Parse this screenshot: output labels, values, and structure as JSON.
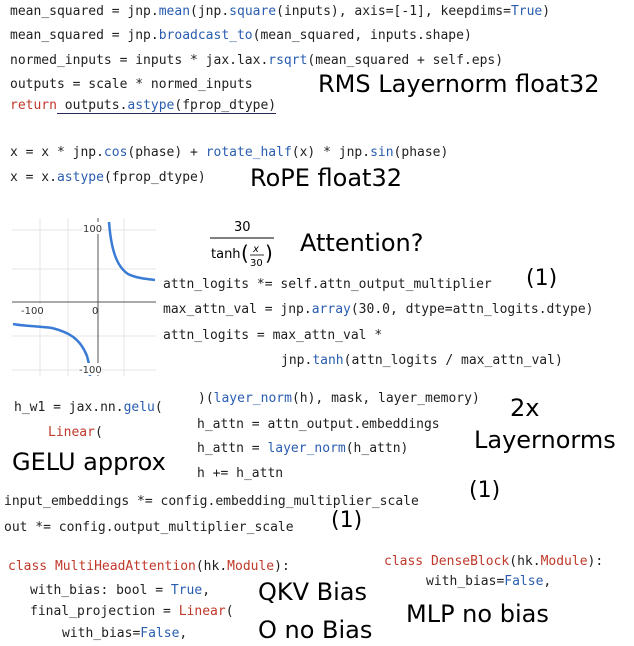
{
  "rms": {
    "l1a": "mean_squared = jnp.",
    "l1fn1": "mean",
    "l1b": "(jnp.",
    "l1fn2": "square",
    "l1c": "(inputs), axis=[-1], keepdims=",
    "l1const": "True",
    "l1d": ")",
    "l2a": "mean_squared = jnp.",
    "l2fn": "broadcast_to",
    "l2b": "(mean_squared, inputs.shape)",
    "l3a": "normed_inputs = inputs * jax.lax.",
    "l3fn": "rsqrt",
    "l3b": "(mean_squared + self.eps)",
    "l4": "outputs = scale * normed_inputs",
    "l5kw": "return",
    "l5a": " outputs.",
    "l5fn": "astype",
    "l5b": "(fprop_dtype)",
    "label": "RMS Layernorm float32"
  },
  "rope": {
    "l1a": "x = x * jnp.",
    "l1fn1": "cos",
    "l1b": "(phase) + ",
    "l1fn2": "rotate_half",
    "l1c": "(x) * jnp.",
    "l1fn3": "sin",
    "l1d": "(phase)",
    "l2a": "x = x.",
    "l2fn": "astype",
    "l2b": "(fprop_dtype)",
    "label": "RoPE float32"
  },
  "graph": {
    "y_top": "100",
    "y_bottom": "-100",
    "x_left": "-100",
    "x_zero": "0"
  },
  "formula": {
    "numerator": "30",
    "fn": "tanh",
    "x": "x",
    "den": "30"
  },
  "attention": {
    "label": "Attention?",
    "l1a": "attn_logits *= self.attn_output_multiplier",
    "l1ann": "(1)",
    "l2a": "max_attn_val = jnp.",
    "l2fn": "array",
    "l2b": "(30.0, dtype=attn_logits.dtype)",
    "l3": "attn_logits = max_attn_val *",
    "l4a": "jnp.",
    "l4fn": "tanh",
    "l4b": "(attn_logits / max_attn_val)"
  },
  "gelu": {
    "l1a": "h_w1 = jax.nn.",
    "l1fn": "gelu",
    "l1b": "(",
    "l2fn": "Linear",
    "l2b": "(",
    "label": "GELU approx"
  },
  "norms": {
    "l1a": ")(",
    "l1fn": "layer_norm",
    "l1b": "(h), mask, layer_memory)",
    "l2": "h_attn = attn_output.embeddings",
    "l3a": "h_attn = ",
    "l3fn": "layer_norm",
    "l3b": "(h_attn)",
    "l4": "h += h_attn",
    "label1": "2x",
    "label2": "Layernorms"
  },
  "mult": {
    "l1": "input_embeddings *= config.embedding_multiplier_scale",
    "l1ann": "(1)",
    "l2": "out *= config.output_multiplier_scale",
    "l2ann": "(1)"
  },
  "mha": {
    "l1kw": "class",
    "l1a": " ",
    "l1cls": "MultiHeadAttention",
    "l1b": "(hk.",
    "l1cls2": "Module",
    "l1c": "):",
    "l2a": "with_bias: bool = ",
    "l2const": "True",
    "l2b": ",",
    "l3a": "final_projection = ",
    "l3fn": "Linear",
    "l3b": "(",
    "l4a": "with_bias=",
    "l4const": "False",
    "l4b": ",",
    "label1": "QKV Bias",
    "label2": "O no Bias"
  },
  "dense": {
    "l1kw": "class",
    "l1a": " ",
    "l1cls": "DenseBlock",
    "l1b": "(hk.",
    "l1cls2": "Module",
    "l1c": "):",
    "l2a": "with_bias=",
    "l2const": "False",
    "l2b": ",",
    "label": "MLP no bias"
  },
  "colors": {
    "keyword": "#c0392b",
    "function": "#2a5db0",
    "curve": "#3a7bd5"
  }
}
